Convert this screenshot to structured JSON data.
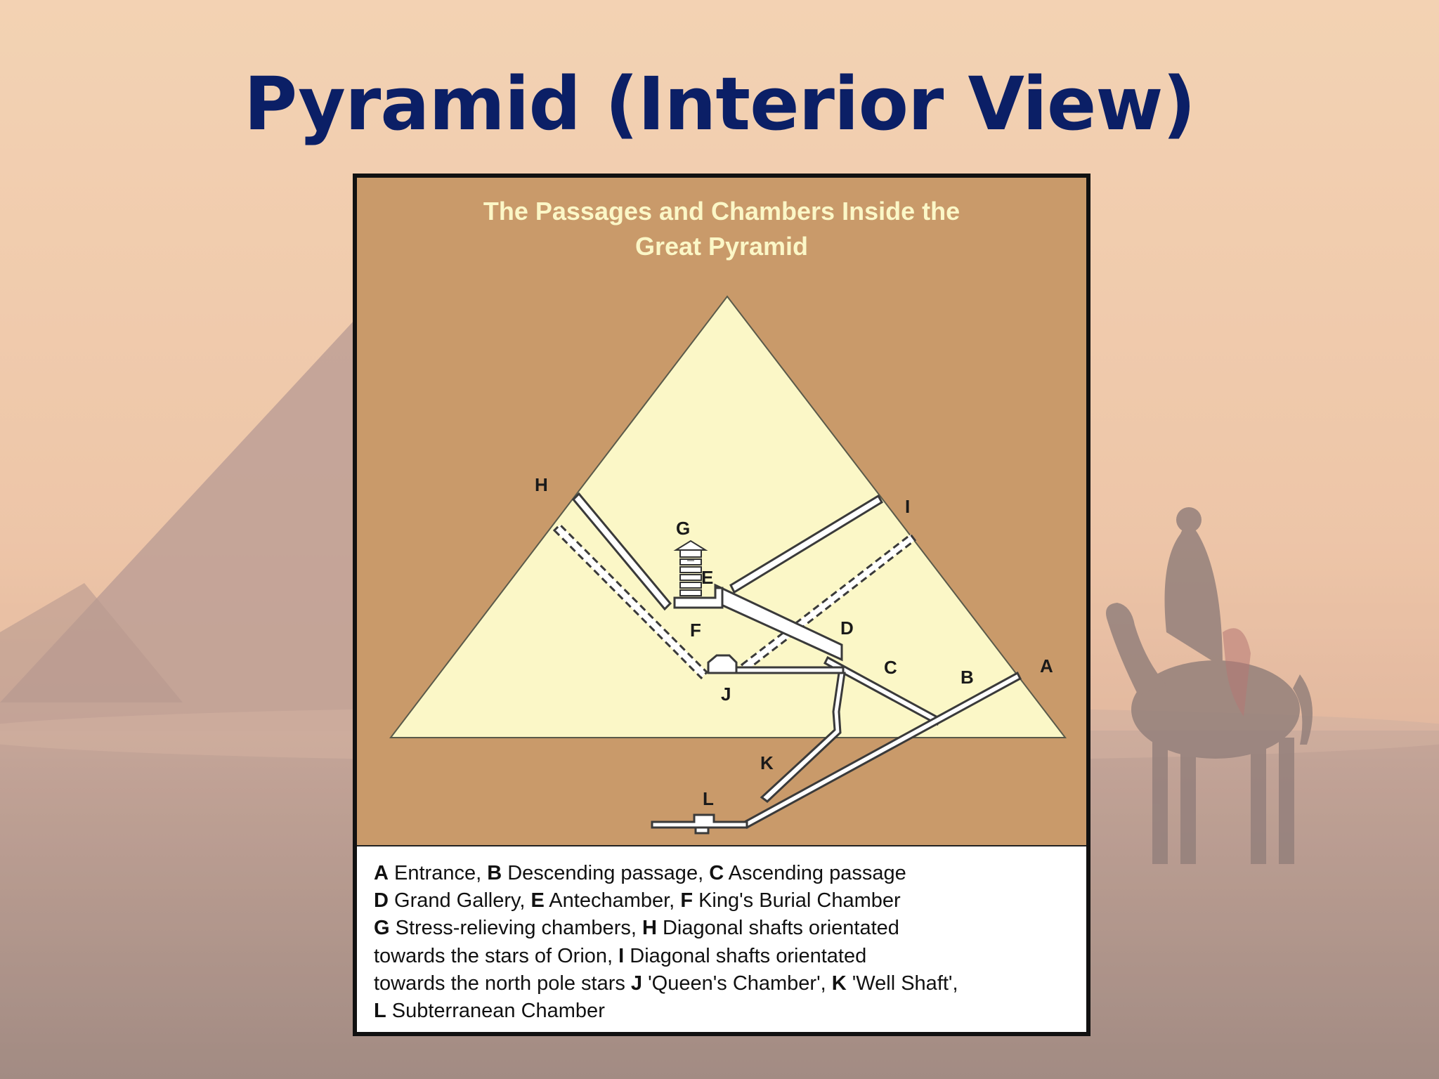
{
  "slide": {
    "title": "Pyramid (Interior View)",
    "colors": {
      "title": "#0b1f66",
      "sky": "#f0c6a0",
      "ground": "#a88674"
    }
  },
  "diagram": {
    "title_line1": "The Passages and Chambers Inside the",
    "title_line2": "Great Pyramid",
    "colors": {
      "background": "#c99a6a",
      "pyramid": "#fbf7c7",
      "title_text": "#fbf7c7",
      "lines": "#3a3a3a"
    },
    "labels": {
      "A": "A",
      "B": "B",
      "C": "C",
      "D": "D",
      "E": "E",
      "F": "F",
      "G": "G",
      "H": "H",
      "I": "I",
      "J": "J",
      "K": "K",
      "L": "L"
    }
  },
  "legend": [
    [
      {
        "k": "A",
        "t": " Entrance, "
      },
      {
        "k": "B",
        "t": " Descending passage, "
      },
      {
        "k": "C",
        "t": " Ascending passage"
      }
    ],
    [
      {
        "k": "D",
        "t": " Grand Gallery, "
      },
      {
        "k": "E",
        "t": " Antechamber, "
      },
      {
        "k": "F",
        "t": " King's Burial Chamber"
      }
    ],
    [
      {
        "k": "G",
        "t": " Stress-relieving chambers, "
      },
      {
        "k": "H",
        "t": " Diagonal shafts orientated"
      }
    ],
    [
      {
        "k": "",
        "t": "towards the stars of Orion, "
      },
      {
        "k": "I",
        "t": " Diagonal shafts orientated"
      }
    ],
    [
      {
        "k": "",
        "t": "towards the north pole stars "
      },
      {
        "k": "J",
        "t": " 'Queen's Chamber', "
      },
      {
        "k": "K",
        "t": " 'Well Shaft',"
      }
    ],
    [
      {
        "k": "L",
        "t": " Subterranean Chamber"
      }
    ]
  ]
}
